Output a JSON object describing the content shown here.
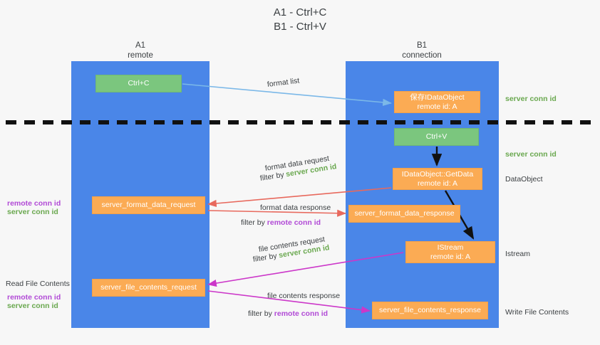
{
  "title": {
    "line1": "A1 - Ctrl+C",
    "line2": "B1 - Ctrl+V"
  },
  "columns": {
    "a1": {
      "name": "A1",
      "role": "remote"
    },
    "b1": {
      "name": "B1",
      "role": "connection"
    }
  },
  "boxes": {
    "ctrl_c": {
      "label": "Ctrl+C"
    },
    "save_idataobject": {
      "line1": "保存IDataObject",
      "line2": "remote id: A"
    },
    "ctrl_v": {
      "label": "Ctrl+V"
    },
    "getdata": {
      "line1": "IDataObject::GetData",
      "line2": "remote id: A"
    },
    "istream": {
      "line1": "IStream",
      "line2": "remote id: A"
    },
    "server_format_data_request": {
      "label": "server_format_data_request"
    },
    "server_format_data_response": {
      "label": "server_format_data_response"
    },
    "server_file_contents_request": {
      "label": "server_file_contents_request"
    },
    "server_file_contents_response": {
      "label": "server_file_contents_response"
    }
  },
  "flow_labels": {
    "format_list": "format list",
    "format_data_request": "format data request",
    "format_data_request_filter_prefix": "filter by ",
    "format_data_request_filter_value": "server conn id",
    "format_data_response": "format data response",
    "format_data_response_filter_prefix": "filter by ",
    "format_data_response_filter_value": "remote conn id",
    "file_contents_request": "file contents request",
    "file_contents_request_filter_prefix": "filter by ",
    "file_contents_request_filter_value": "server conn id",
    "file_contents_response": "file contents response",
    "file_contents_response_filter_prefix": "filter by ",
    "file_contents_response_filter_value": "remote conn id"
  },
  "annotations": {
    "right": {
      "server_conn_id_top": "server conn id",
      "server_conn_id_mid": "server conn id",
      "dataobject": "DataObject",
      "istream": "Istream",
      "write_file_contents": "Write File Contents"
    },
    "left": {
      "remote_conn_id_1": "remote conn id",
      "server_conn_id_1": "server conn id",
      "read_file_contents": "Read File Contents",
      "remote_conn_id_2": "remote conn id",
      "server_conn_id_2": "server conn id"
    }
  },
  "colors": {
    "band": "#4a86e8",
    "orange": "#fbab54",
    "green_box": "#7bc67e",
    "green_text": "#6aa84f",
    "purple_text": "#b14ad6",
    "arrow_blue": "#7bb8e8",
    "arrow_red": "#e8695d",
    "arrow_magenta": "#cc37c9",
    "arrow_black": "#000000",
    "background": "#f7f7f7"
  }
}
